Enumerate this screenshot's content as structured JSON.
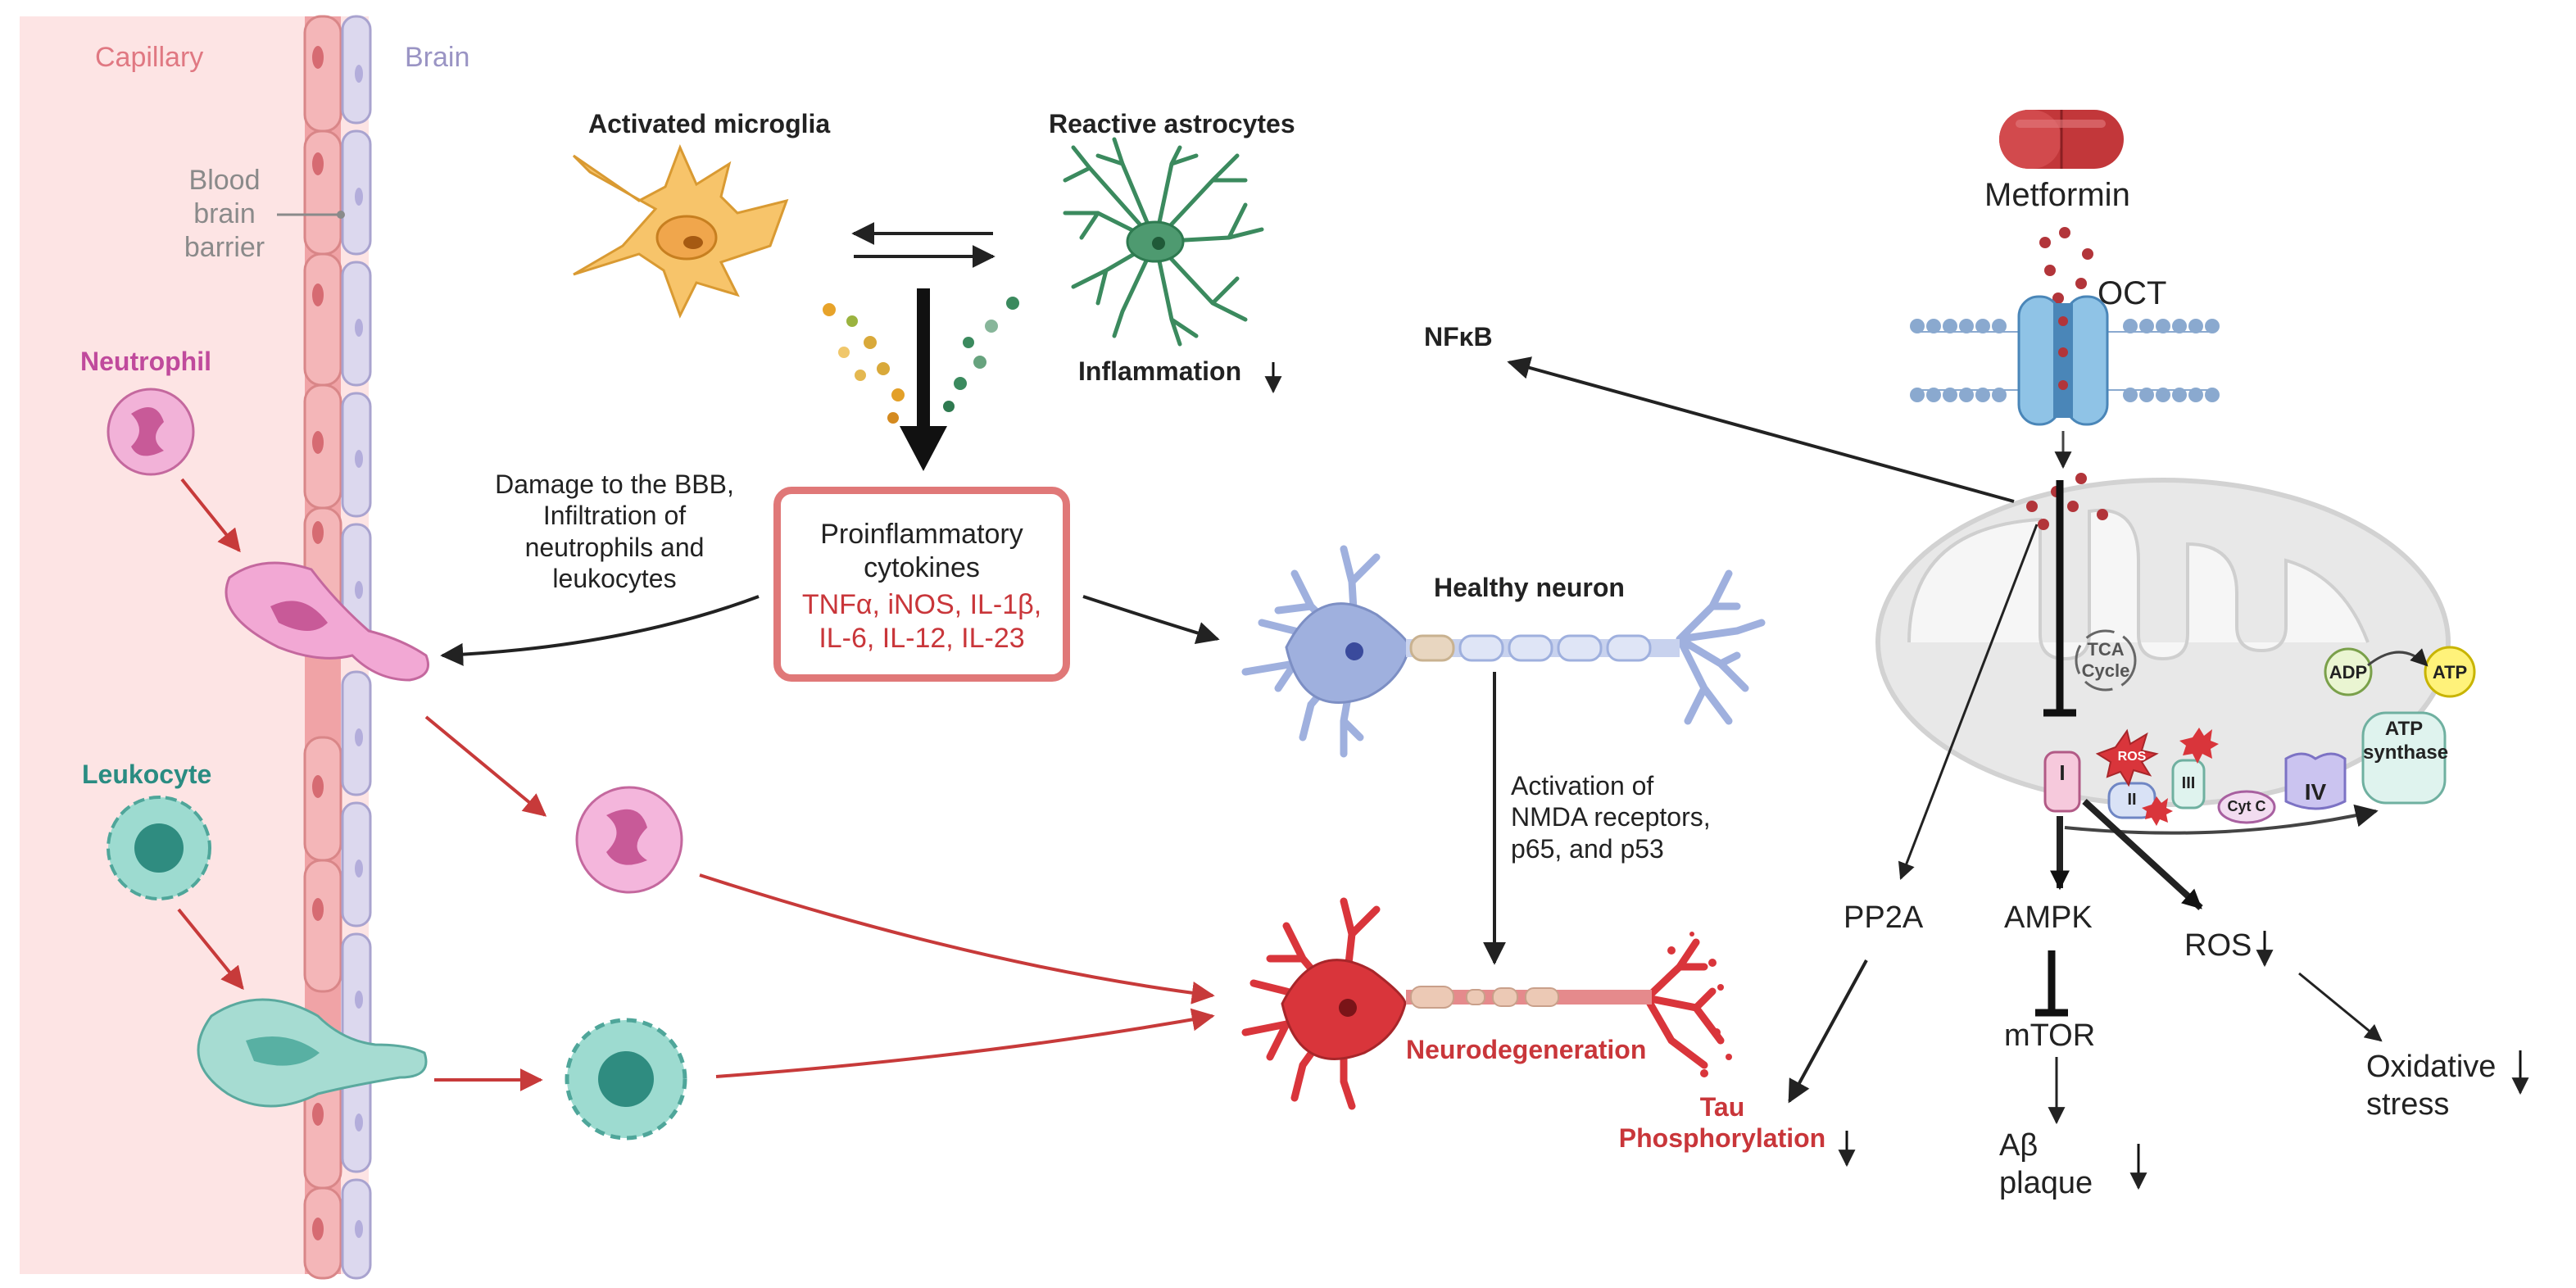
{
  "labels": {
    "capillary": "Capillary",
    "brain": "Brain",
    "blood_brain_barrier": "Blood\nbrain\nbarrier",
    "neutrophil": "Neutrophil",
    "leukocyte": "Leukocyte",
    "activated_microglia": "Activated microglia",
    "reactive_astrocytes": "Reactive astrocytes",
    "inflammation": "Inflammation",
    "damage_bbb": "Damage to the BBB,\nInfiltration of\nneutrophils and\nleukocytes",
    "cytokines_title": "Proinflammatory\ncytokines",
    "cytokines_list": "TNFα, iNOS, IL-1β,\nIL-6, IL-12, IL-23",
    "healthy_neuron": "Healthy neuron",
    "activation_nmda": "Activation of\nNMDA receptors,\np65, and p53",
    "neurodegeneration": "Neurodegeneration",
    "tau_phosphorylation": "Tau\nPhosphorylation",
    "metformin": "Metformin",
    "oct": "OCT",
    "nfkb": "NFκB",
    "tca_cycle": "TCA\nCycle",
    "adp": "ADP",
    "atp": "ATP",
    "atp_synthase": "ATP\nsynthase",
    "complex_1": "I",
    "complex_2": "II",
    "complex_3": "III",
    "complex_4": "IV",
    "cyt_c": "Cyt C",
    "ros_badge": "ROS",
    "pp2a": "PP2A",
    "ampk": "AMPK",
    "ros": "ROS",
    "mtor": "mTOR",
    "abeta_plaque": "Aβ\nplaque",
    "oxidative_stress": "Oxidative\nstress"
  },
  "colors": {
    "capillary_fill": "#fde4e4",
    "endothelium": "#f0a3a6",
    "astro_endfeet": "#d4d0ea",
    "neutrophil": "#f2a8d4",
    "leukocyte": "#8fd3c6",
    "microglia": "#f7c166",
    "astrocyte": "#3b8a5e",
    "healthy_neuron": "#9fb0de",
    "degenerating_neuron": "#d9353b",
    "metformin_pill": "#c2373a",
    "membrane": "#8aa9cf",
    "mitochondrion": "#e6e6e6",
    "cytokine_border": "#e07878",
    "red_arrow": "#c73a3a"
  }
}
